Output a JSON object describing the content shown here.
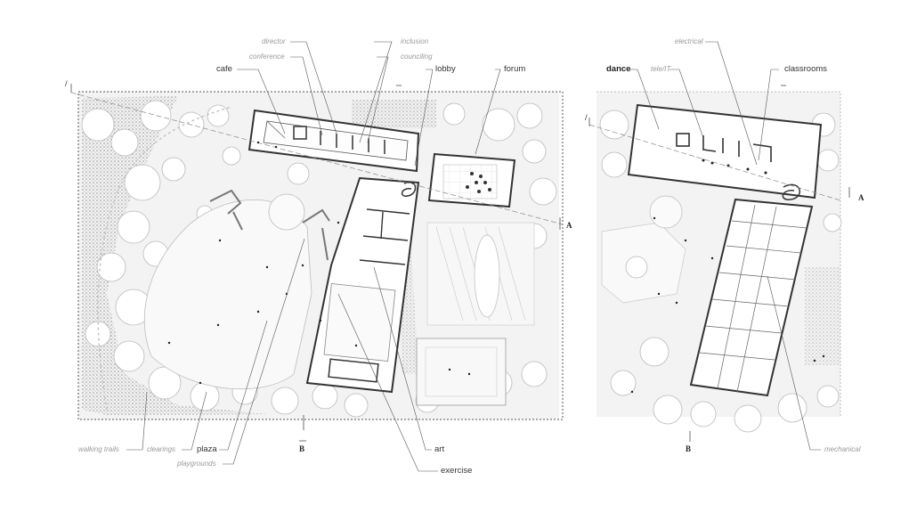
{
  "plan_left": {
    "labels": {
      "director": "director",
      "conference": "conference",
      "cafe": "cafe",
      "inclusion": "inclusion",
      "counciling": "counciling",
      "lobby": "lobby",
      "forum": "forum",
      "walking_trails": "walking trails",
      "clearings": "clearings",
      "plaza": "plaza",
      "playgrounds": "playgrounds",
      "art": "art",
      "exercise": "exercise"
    },
    "section_marks": {
      "a": "A",
      "b": "B"
    }
  },
  "plan_right": {
    "labels": {
      "dance": "dance",
      "tele_it": "tele/IT",
      "electrical": "electrical",
      "classrooms": "classrooms",
      "mechanical": "mechanical"
    },
    "section_marks": {
      "a": "A",
      "b": "B"
    }
  }
}
